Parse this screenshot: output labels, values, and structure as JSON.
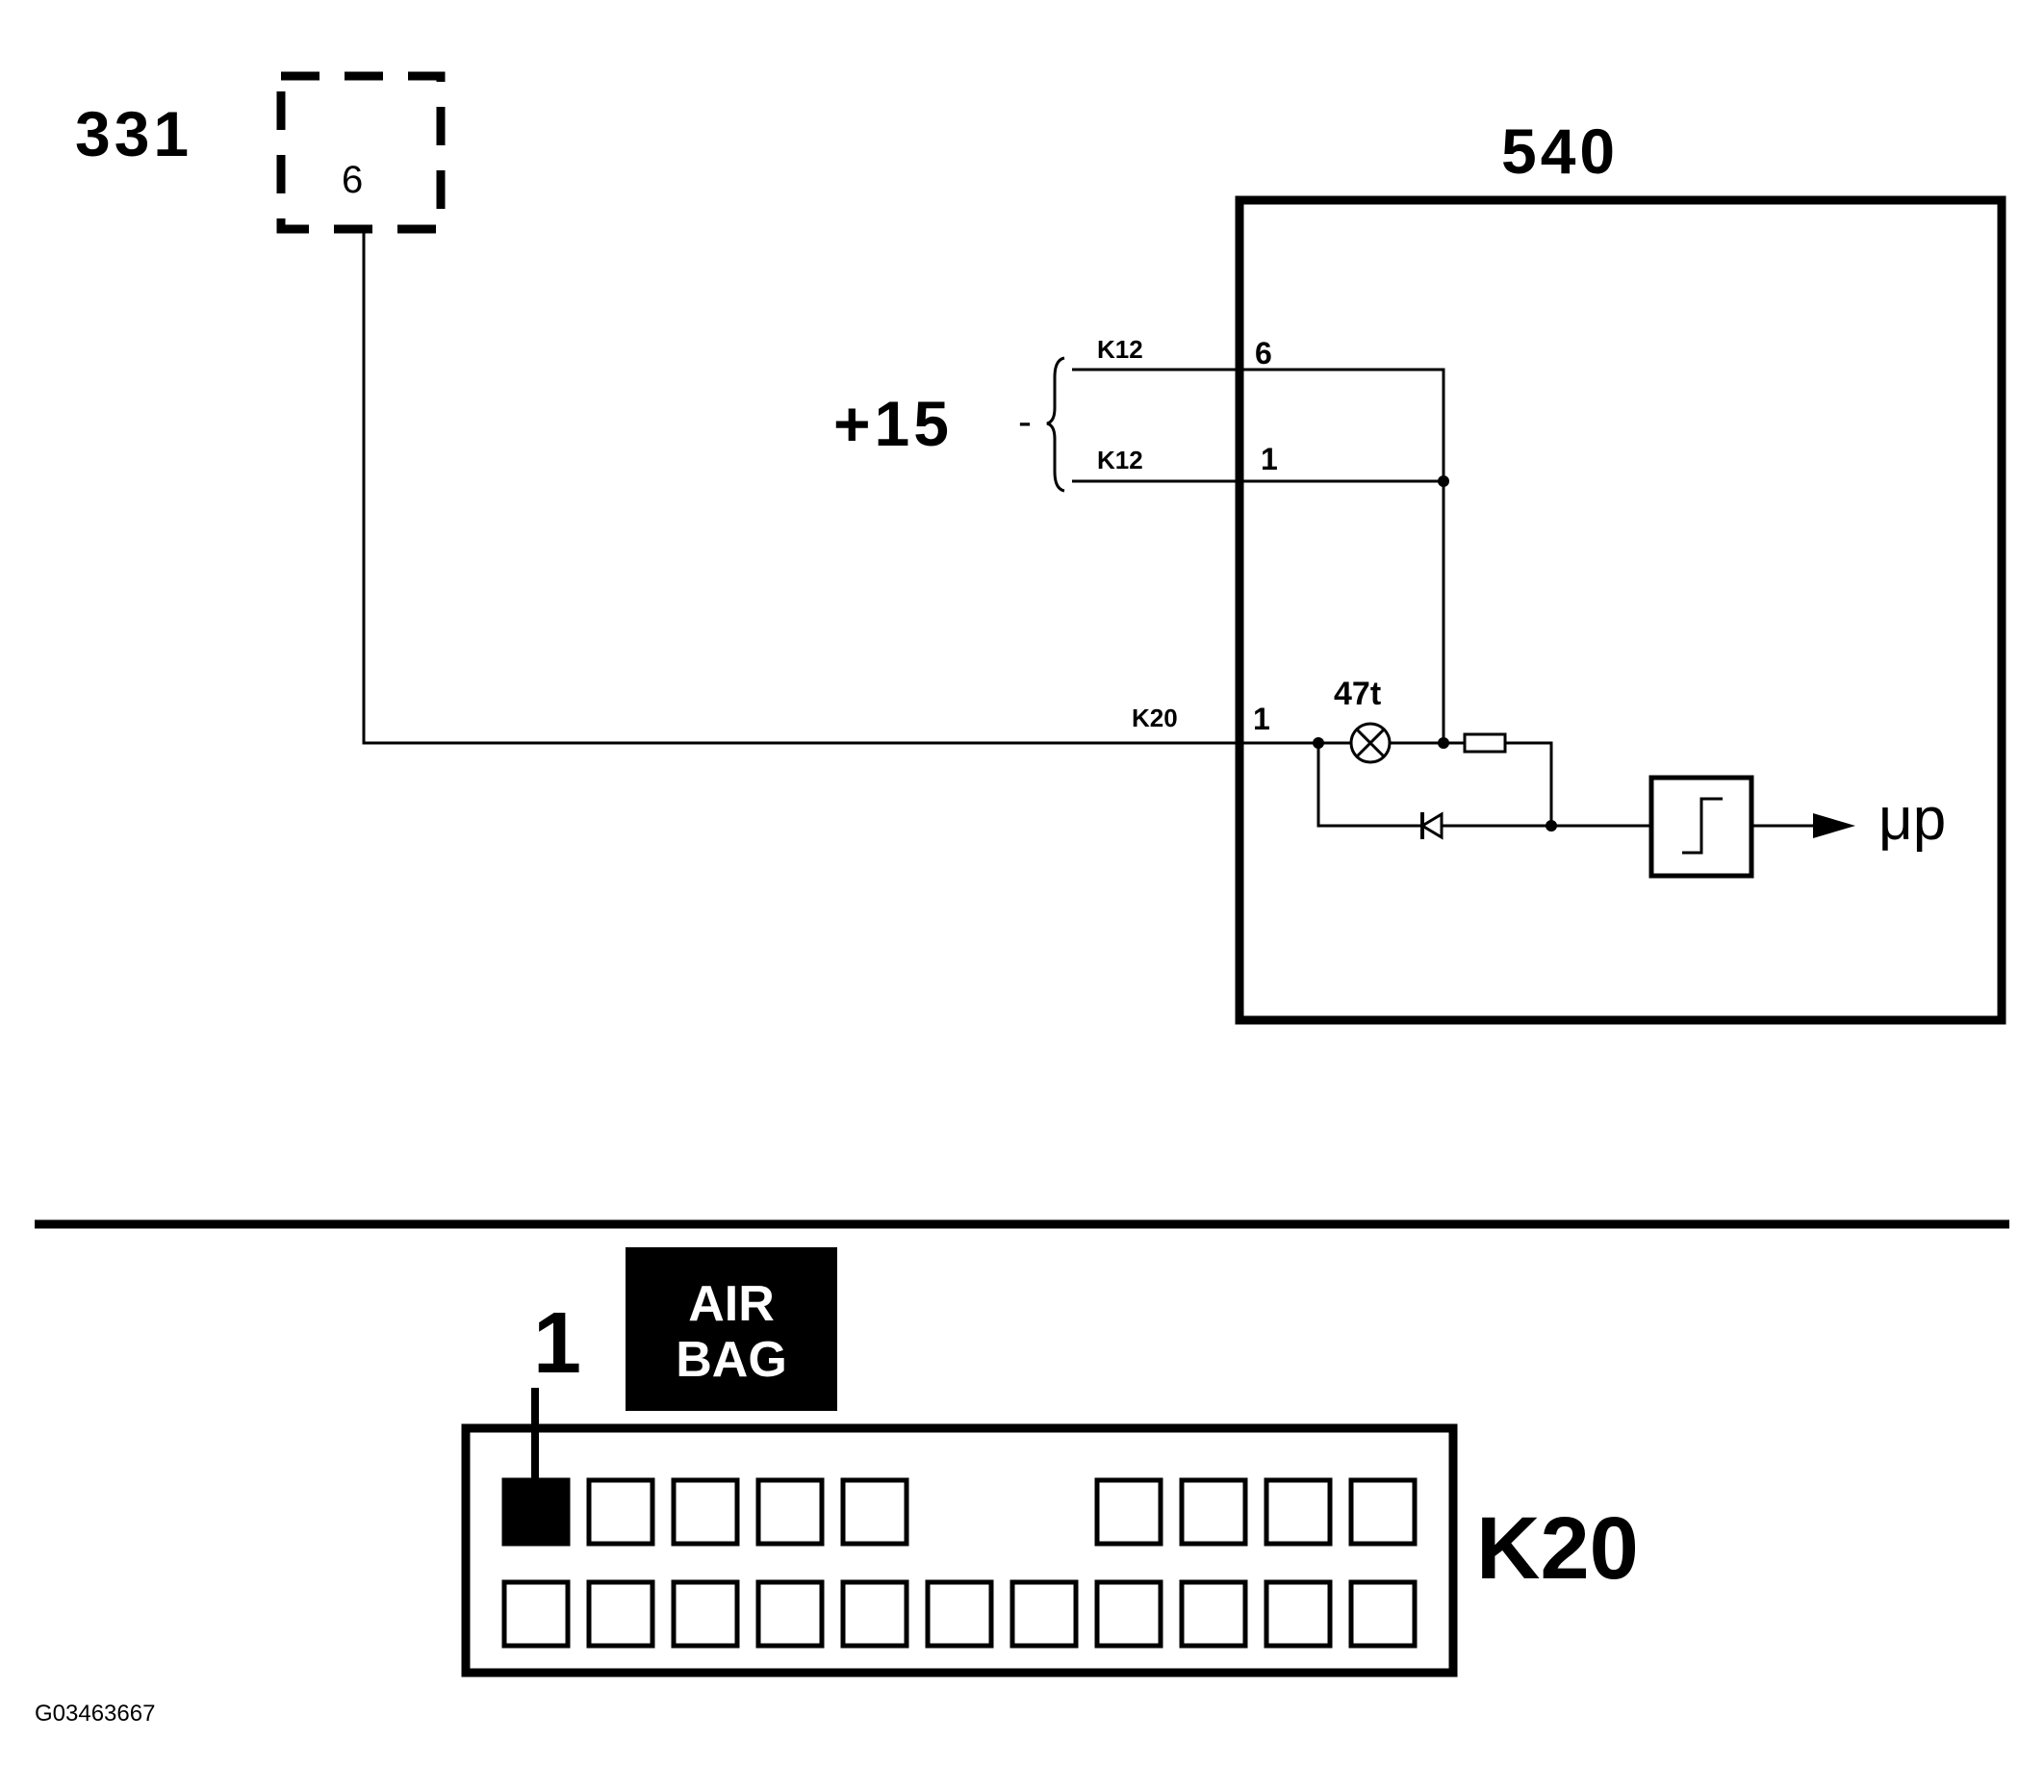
{
  "component_331": {
    "label": "331",
    "pin": "6"
  },
  "component_540": {
    "label": "540"
  },
  "supply": {
    "label": "+15",
    "dash": "-",
    "connector": "K12",
    "pin_a": "6",
    "pin_b": "1"
  },
  "input_line": {
    "connector": "K20",
    "pin": "1"
  },
  "lamp": {
    "label": "47t"
  },
  "output": {
    "label": "μp"
  },
  "connector_view": {
    "name": "K20",
    "pin_label": "1",
    "badge_line1": "AIR",
    "badge_line2": "BAG"
  },
  "figure_id": "G03463667"
}
